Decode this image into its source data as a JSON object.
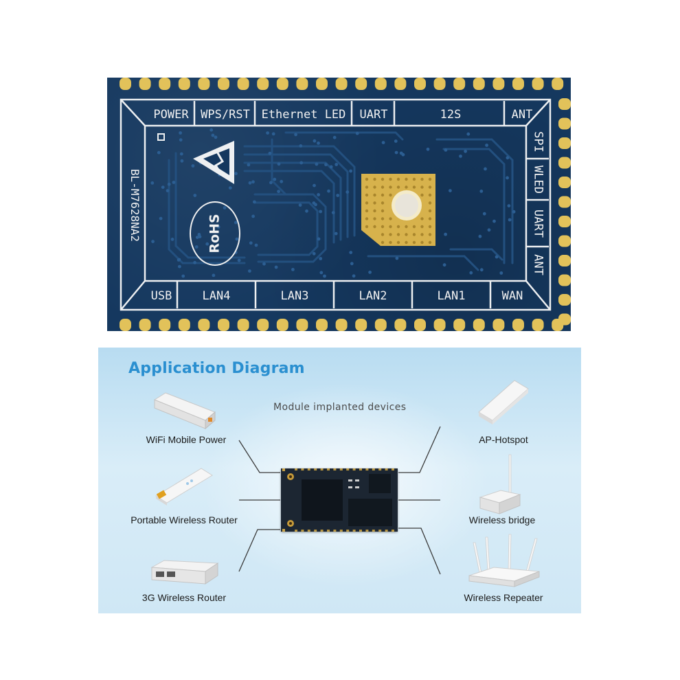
{
  "pcb": {
    "model": "BL-M7628NA2",
    "rohs": "RoHS",
    "top_labels": [
      "POWER",
      "WPS/RST",
      "Ethernet LED",
      "UART",
      "12S",
      "ANT"
    ],
    "right_labels": [
      "SPI",
      "WLED",
      "UART",
      "ANT"
    ],
    "bottom_labels": [
      "USB",
      "LAN4",
      "LAN3",
      "LAN2",
      "LAN1",
      "WAN"
    ],
    "colors": {
      "board": "#15385f",
      "silkscreen": "#f0f0f0",
      "gold": "#e2c25a"
    }
  },
  "diagram": {
    "title": "Application Diagram",
    "subtitle": "Module implanted devices",
    "devices_left": [
      {
        "label": "WiFi Mobile Power",
        "icon": "power-bank-icon"
      },
      {
        "label": "Portable Wireless Router",
        "icon": "portable-router-icon"
      },
      {
        "label": "3G Wireless Router",
        "icon": "3g-router-icon"
      }
    ],
    "devices_right": [
      {
        "label": "AP-Hotspot",
        "icon": "ap-hotspot-icon"
      },
      {
        "label": "Wireless bridge",
        "icon": "wireless-bridge-icon"
      },
      {
        "label": "Wireless Repeater",
        "icon": "wireless-repeater-icon"
      }
    ],
    "colors": {
      "title": "#2a8fd0",
      "background_top": "#b8dcf1",
      "background_bottom": "#cfe7f5"
    }
  }
}
